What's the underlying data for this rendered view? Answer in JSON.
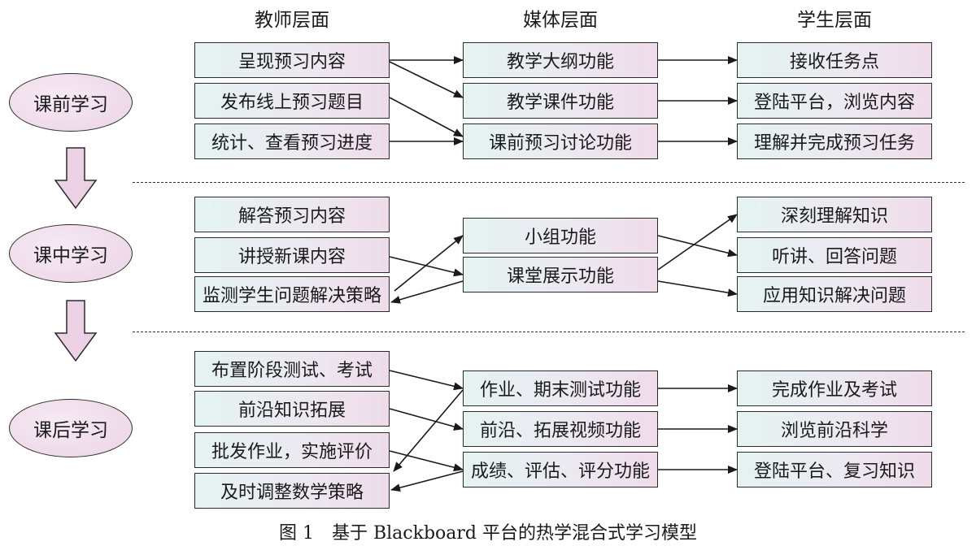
{
  "headers": {
    "teacher": "教师层面",
    "media": "媒体层面",
    "student": "学生层面"
  },
  "phases": {
    "pre": "课前学习",
    "in": "课中学习",
    "post": "课后学习"
  },
  "pre": {
    "teacher": [
      "呈现预习内容",
      "发布线上预习题目",
      "统计、查看预习进度"
    ],
    "media": [
      "教学大纲功能",
      "教学课件功能",
      "课前预习讨论功能"
    ],
    "student": [
      "接收任务点",
      "登陆平台，浏览内容",
      "理解并完成预习任务"
    ]
  },
  "in": {
    "teacher": [
      "解答预习内容",
      "讲授新课内容",
      "监测学生问题解决策略"
    ],
    "media": [
      "小组功能",
      "课堂展示功能"
    ],
    "student": [
      "深刻理解知识",
      "听讲、回答问题",
      "应用知识解决问题"
    ]
  },
  "post": {
    "teacher": [
      "布置阶段测试、考试",
      "前沿知识拓展",
      "批发作业，实施评价",
      "及时调整数学策略"
    ],
    "media": [
      "作业、期末测试功能",
      "前沿、拓展视频功能",
      "成绩、评估、评分功能"
    ],
    "student": [
      "完成作业及考试",
      "浏览前沿科学",
      "登陆平台、复习知识"
    ]
  },
  "caption": "图 1　基于 Blackboard 平台的热学混合式学习模型"
}
